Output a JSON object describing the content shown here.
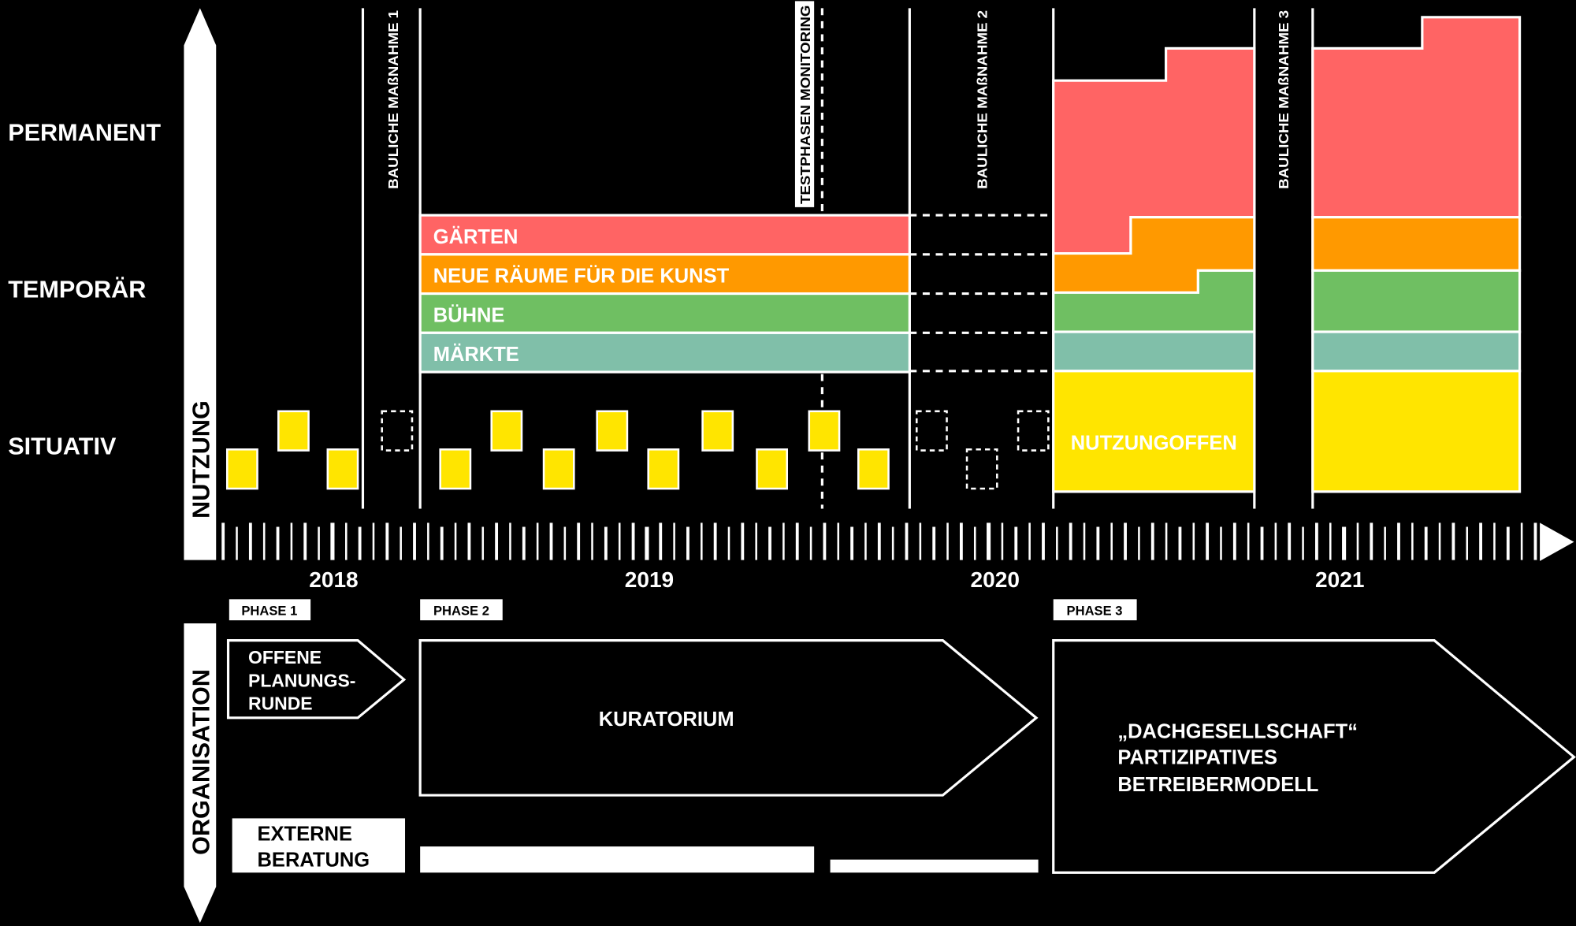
{
  "colors": {
    "red": "#FF6464",
    "orange": "#FF9900",
    "green": "#6FBF62",
    "teal": "#80BFA9",
    "yellow": "#FFE500",
    "background": "#000000",
    "line": "#FFFFFF"
  },
  "levels": {
    "permanent": "PERMANENT",
    "temporaer": "TEMPORÄR",
    "situativ": "SITUATIV"
  },
  "axes": {
    "nutzung": "NUTZUNG",
    "organisation": "ORGANISATION"
  },
  "years": [
    "2018",
    "2019",
    "2020",
    "2021"
  ],
  "markers": {
    "bm1": "BAULICHE MAßNAHME 1",
    "bm2": "BAULICHE MAßNAHME 2",
    "bm3": "BAULICHE MAßNAHME 3",
    "testphasen": "TESTPHASEN MONITORING"
  },
  "bars": [
    {
      "label": "GÄRTEN",
      "color": "#FF6464"
    },
    {
      "label": "NEUE RÄUME FÜR DIE KUNST",
      "color": "#FF9900"
    },
    {
      "label": "BÜHNE",
      "color": "#6FBF62"
    },
    {
      "label": "MÄRKTE",
      "color": "#80BFA9"
    }
  ],
  "open_use": "NUTZUNGOFFEN",
  "phases": [
    "PHASE 1",
    "PHASE 2",
    "PHASE 3"
  ],
  "organisation": {
    "planungsrunde": [
      "OFFENE",
      "PLANUNGS-",
      "RUNDE"
    ],
    "kuratorium": "KURATORIUM",
    "dachgesellschaft": [
      "„DACHGESELLSCHAFT“",
      "PARTIZIPATIVES",
      "BETREIBERMODELL"
    ],
    "externe_beratung": [
      "EXTERNE",
      "BERATUNG"
    ]
  }
}
